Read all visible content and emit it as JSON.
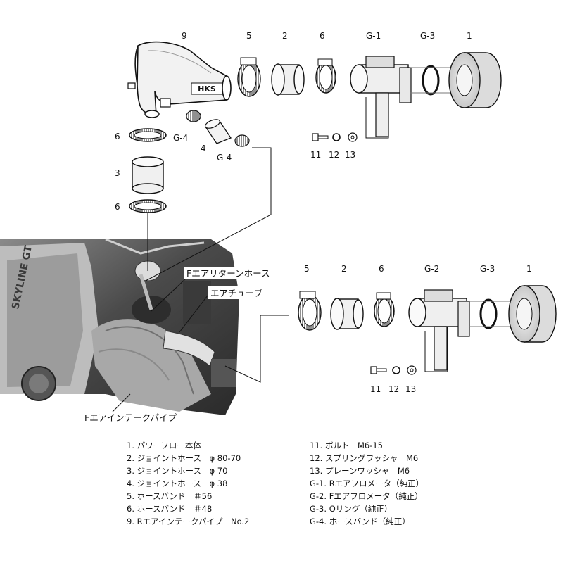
{
  "top_labels": {
    "n9": "9",
    "n5": "5",
    "n2": "2",
    "n6": "6",
    "g1": "G-1",
    "g3": "G-3",
    "n1": "1",
    "n6_left_a": "6",
    "n3": "3",
    "n6_left_b": "6",
    "g4_a": "G-4",
    "n4": "4",
    "g4_b": "G-4",
    "n11": "11",
    "n12": "12",
    "n13": "13"
  },
  "bottom_labels": {
    "n5": "5",
    "n2": "2",
    "n6": "6",
    "g2": "G-2",
    "g3": "G-3",
    "n1": "1",
    "n11": "11",
    "n12": "12",
    "n13": "13"
  },
  "photo_callouts": {
    "return_hose": "Fエアリターンホース",
    "air_tube": "エアチューブ",
    "intake_pipe": "Fエアインテークパイプ"
  },
  "hks_logo": "HKS",
  "car_badge": "SKYLINE GT",
  "legend_left": [
    "1. パワーフロー本体",
    "2. ジョイントホース　φ 80-70",
    "3. ジョイントホース　φ 70",
    "4. ジョイントホース　φ 38",
    "5. ホースバンド　＃56",
    "6. ホースバンド　＃48",
    "9. Rエアインテークパイプ　No.2"
  ],
  "legend_right": [
    "11. ボルト　M6-15",
    "12. スプリングワッシャ　M6",
    "13. プレーンワッシャ　M6",
    "G-1. Rエアフロメータ（純正）",
    "G-2. Fエアフロメータ（純正）",
    "G-3. Oリング（純正）",
    "G-4. ホースバンド（純正）"
  ]
}
